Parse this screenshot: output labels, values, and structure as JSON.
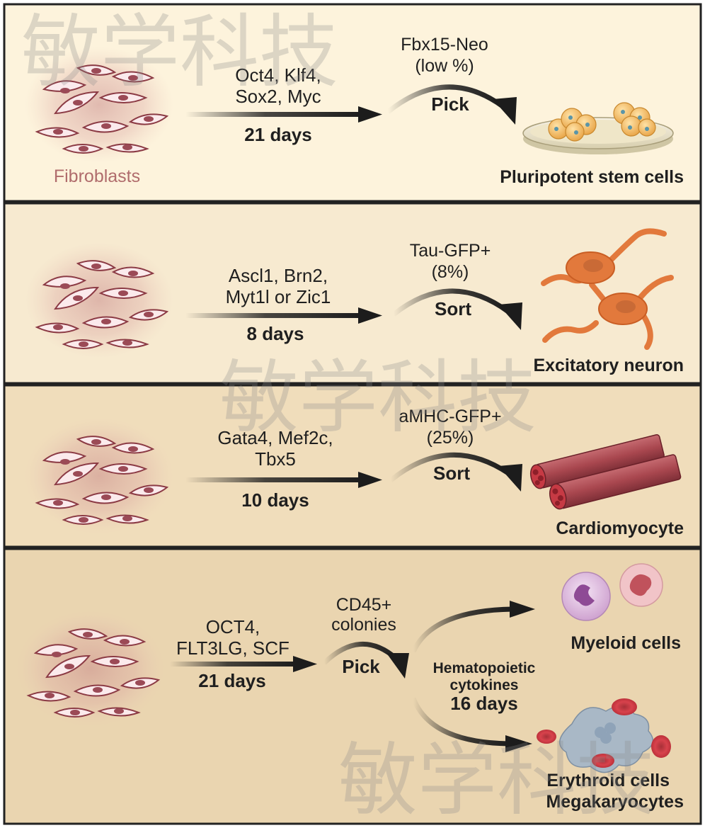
{
  "colors": {
    "panel_light": "#fdf3dc",
    "panel_mid": "#f3e3c3",
    "panel_dark": "#e9d3ad",
    "cell_fill": "#fbeaec",
    "nucleus": "#9b4a56",
    "neuron": "#e2793c",
    "muscle": "#a94b54",
    "arrow": "#1c1c1c"
  },
  "watermark": "敏学科技",
  "panels": [
    {
      "source_label": "Fibroblasts",
      "factors": [
        "Oct4, Klf4,",
        "Sox2, Myc"
      ],
      "duration": "21 days",
      "selection": [
        "Fbx15-Neo",
        "(low %)"
      ],
      "action": "Pick",
      "outcome": "Pluripotent stem cells",
      "icon": "culture-dish-icon"
    },
    {
      "source_label": "",
      "factors": [
        "Ascl1, Brn2,",
        "Myt1l or Zic1"
      ],
      "duration": "8 days",
      "selection": [
        "Tau-GFP+",
        "(8%)"
      ],
      "action": "Sort",
      "outcome": "Excitatory neuron",
      "icon": "neuron-icon"
    },
    {
      "source_label": "",
      "factors": [
        "Gata4, Mef2c,",
        "Tbx5"
      ],
      "duration": "10 days",
      "selection": [
        "aMHC-GFP+",
        "(25%)"
      ],
      "action": "Sort",
      "outcome": "Cardiomyocyte",
      "icon": "cardiomyocyte-icon"
    },
    {
      "source_label": "",
      "factors": [
        "OCT4,",
        "FLT3LG, SCF"
      ],
      "duration": "21 days",
      "selection": [
        "CD45+",
        "colonies"
      ],
      "action": "Pick",
      "cytokines": [
        "Hematopoietic",
        "cytokines"
      ],
      "cytokine_duration": "16 days",
      "outcome_top": "Myeloid cells",
      "outcome_bottom": [
        "Erythroid cells",
        "Megakaryocytes"
      ],
      "icon": "blood-cells-icon"
    }
  ]
}
